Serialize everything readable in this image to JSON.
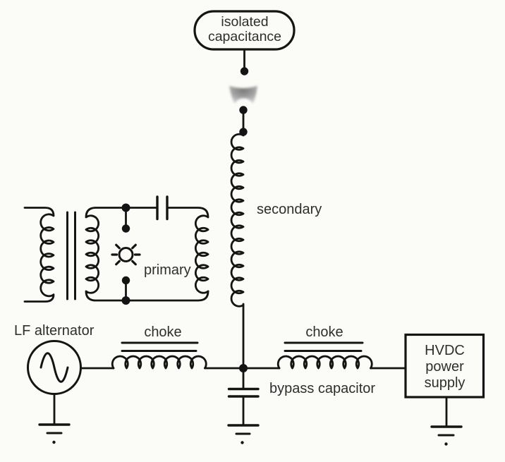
{
  "figure": {
    "kind": "circuit-schematic",
    "colors": {
      "background": "#fbfbf8",
      "line": "#141414",
      "label": "#2e2e2e",
      "corona_dark": "#7a7a7a",
      "corona_light": "#d6d6d6"
    }
  },
  "labels": {
    "isolated_capacitance": {
      "line1": "isolated",
      "line2": "capacitance"
    },
    "secondary": "secondary",
    "primary": "primary",
    "lf_alternator": "LF alternator",
    "choke_left": "choke",
    "choke_right": "choke",
    "bypass_capacitor": "bypass capacitor",
    "hvdc": {
      "line1": "HVDC",
      "line2": "power",
      "line3": "supply"
    }
  }
}
